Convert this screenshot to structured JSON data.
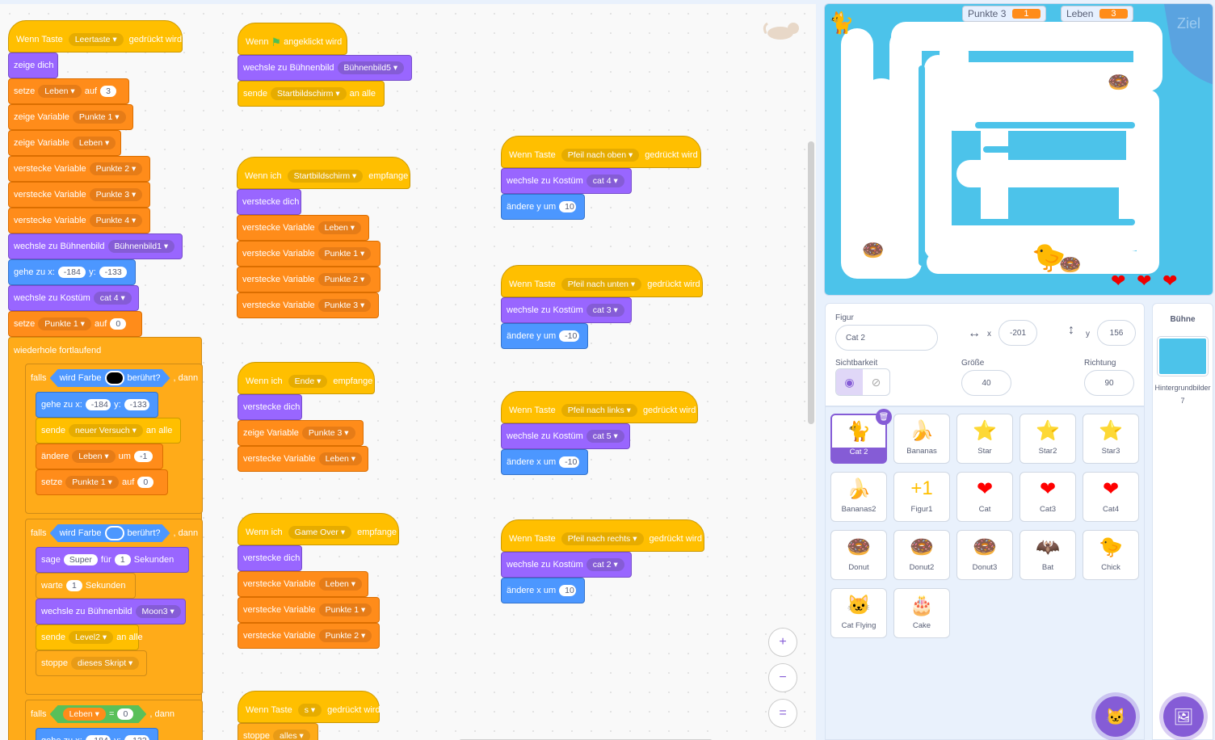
{
  "script1": {
    "event": "Wenn Taste",
    "key": "Leertaste",
    "pressed": "gedrückt wird",
    "show": "zeige dich",
    "set": "setze",
    "leben": "Leben",
    "auf": "auf",
    "v3": "3",
    "show_var": "zeige Variable",
    "p1": "Punkte 1",
    "hide_var": "verstecke Variable",
    "p2": "Punkte 2",
    "p3": "Punkte 3",
    "p4": "Punkte 4",
    "switch_bd": "wechsle zu Bühnenbild",
    "bd1": "Bühnenbild1",
    "goto": "gehe zu x:",
    "x": "-184",
    "y_label": "y:",
    "y": "-133",
    "switch_cos": "wechsle zu Kostüm",
    "cat4": "cat 4",
    "v0": "0",
    "forever": "wiederhole fortlaufend",
    "if": "falls",
    "touch_color": "wird Farbe",
    "touched": "berührt?",
    "then": ", dann",
    "send": "sende",
    "new_try": "neuer Versuch",
    "to_all": "an alle",
    "change": "ändere",
    "um": "um",
    "m1": "-1",
    "say": "sage",
    "super": "Super",
    "for": "für",
    "one": "1",
    "seconds": "Sekunden",
    "wait": "warte",
    "moon3": "Moon3",
    "level2": "Level2",
    "stop": "stoppe",
    "this_script": "dieses Skript"
  },
  "script2": {
    "when": "Wenn",
    "flag": "angeklickt wird",
    "switch_bd": "wechsle zu Bühnenbild",
    "bd5": "Bühnenbild5",
    "send": "sende",
    "start": "Startbildschirm",
    "to_all": "an alle"
  },
  "script3": {
    "when_recv": "Wenn ich",
    "msg": "Startbildschirm",
    "recv": "empfange",
    "hide": "verstecke dich",
    "hide_var": "verstecke Variable",
    "leben": "Leben",
    "p1": "Punkte 1",
    "p2": "Punkte 2",
    "p3": "Punkte 3"
  },
  "script4": {
    "when_recv": "Wenn ich",
    "msg": "Ende",
    "recv": "empfange",
    "hide": "verstecke dich",
    "show_var": "zeige Variable",
    "p3": "Punkte 3",
    "hide_var": "verstecke Variable",
    "leben": "Leben"
  },
  "script5": {
    "when_recv": "Wenn ich",
    "msg": "Game Over",
    "recv": "empfange",
    "hide": "verstecke dich",
    "hide_var": "verstecke Variable",
    "leben": "Leben",
    "p1": "Punkte 1",
    "p2": "Punkte 2"
  },
  "script6": {
    "event": "Wenn Taste",
    "key": "s",
    "pressed": "gedrückt wird",
    "stop": "stoppe",
    "all": "alles"
  },
  "keys": [
    {
      "event": "Wenn Taste",
      "key": "Pfeil nach oben",
      "pressed": "gedrückt wird",
      "cos_label": "wechsle zu Kostüm",
      "cos": "cat 4",
      "move": "ändere y um",
      "val": "10"
    },
    {
      "event": "Wenn Taste",
      "key": "Pfeil nach unten",
      "pressed": "gedrückt wird",
      "cos_label": "wechsle zu Kostüm",
      "cos": "cat 3",
      "move": "ändere y um",
      "val": "-10"
    },
    {
      "event": "Wenn Taste",
      "key": "Pfeil nach links",
      "pressed": "gedrückt wird",
      "cos_label": "wechsle zu Kostüm",
      "cos": "cat 5",
      "move": "ändere x um",
      "val": "-10"
    },
    {
      "event": "Wenn Taste",
      "key": "Pfeil nach rechts",
      "pressed": "gedrückt wird",
      "cos_label": "wechsle zu Kostüm",
      "cos": "cat 2",
      "move": "ändere x um",
      "val": "10"
    }
  ],
  "stage": {
    "punkte_label": "Punkte 3",
    "punkte_val": "1",
    "leben_label": "Leben",
    "leben_val": "3",
    "goal": "Ziel"
  },
  "info": {
    "figur_label": "Figur",
    "name": "Cat 2",
    "x_label": "x",
    "x": "-201",
    "y_label": "y",
    "y": "156",
    "vis_label": "Sichtbarkeit",
    "size_label": "Größe",
    "size": "40",
    "dir_label": "Richtung",
    "dir": "90"
  },
  "sprites": [
    {
      "name": "Cat 2",
      "icon": "🐈"
    },
    {
      "name": "Bananas",
      "icon": "🍌"
    },
    {
      "name": "Star",
      "icon": "⭐"
    },
    {
      "name": "Star2",
      "icon": "⭐"
    },
    {
      "name": "Star3",
      "icon": "⭐"
    },
    {
      "name": "Bananas2",
      "icon": "🍌"
    },
    {
      "name": "Figur1",
      "icon": "+1"
    },
    {
      "name": "Cat",
      "icon": "❤"
    },
    {
      "name": "Cat3",
      "icon": "❤"
    },
    {
      "name": "Cat4",
      "icon": "❤"
    },
    {
      "name": "Donut",
      "icon": "🍩"
    },
    {
      "name": "Donut2",
      "icon": "🍩"
    },
    {
      "name": "Donut3",
      "icon": "🍩"
    },
    {
      "name": "Bat",
      "icon": "🦇"
    },
    {
      "name": "Chick",
      "icon": "🐤"
    },
    {
      "name": "Cat Flying",
      "icon": "🐱"
    },
    {
      "name": "Cake",
      "icon": "🎂"
    }
  ],
  "backdrop": {
    "title": "Bühne",
    "label": "Hintergrundbilder",
    "count": "7"
  },
  "zoom": {
    "in": "+",
    "out": "−",
    "reset": "="
  }
}
